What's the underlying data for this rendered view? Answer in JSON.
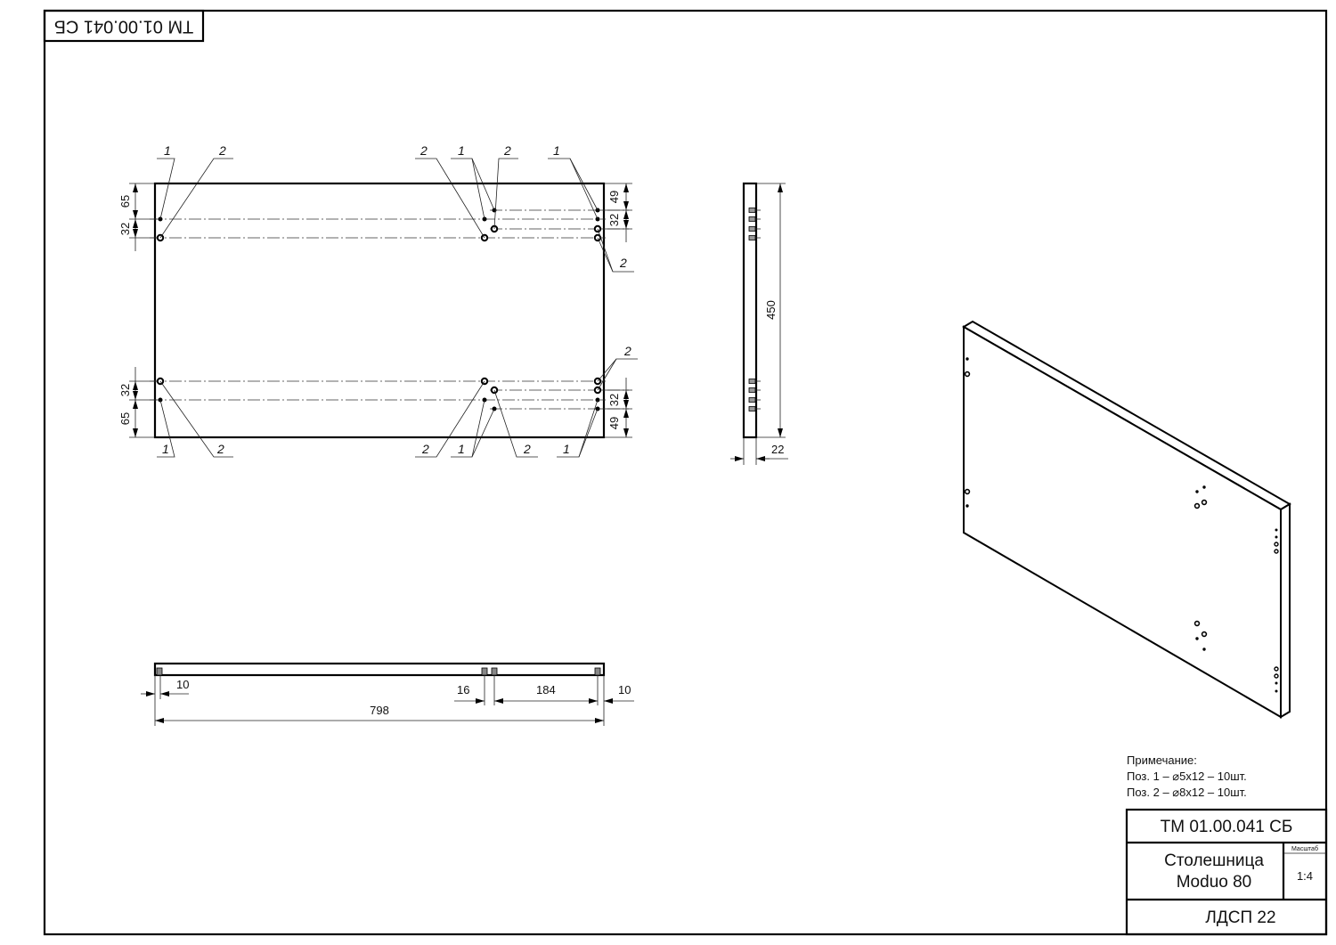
{
  "stamp_rotated": "ТМ 01.00.041 СБ",
  "leaders": {
    "pos1": "1",
    "pos2": "2"
  },
  "front_view_dims": {
    "top_left_edge": "65",
    "top_left_pitch": "32",
    "top_right_edge": "49",
    "top_right_pitch": "32",
    "bottom_left_pitch": "32",
    "bottom_left_edge": "65",
    "bottom_right_pitch": "32",
    "bottom_right_edge": "49"
  },
  "side_view_dims": {
    "height": "450",
    "thickness": "22"
  },
  "bottom_view_dims": {
    "left_offset": "10",
    "pair_gap": "16",
    "pair_to_end": "184",
    "right_offset": "10",
    "overall_length": "798"
  },
  "note": {
    "title": "Примечание:",
    "line1": "Поз. 1 – ⌀5x12 – 10шт.",
    "line2": "Поз. 2 – ⌀8x12 – 10шт."
  },
  "title_block": {
    "designation": "ТМ 01.00.041 СБ",
    "name_line1": "Столешница",
    "name_line2": "Moduo 80",
    "scale_header": "Масштаб",
    "scale": "1:4",
    "material": "ЛДСП 22"
  }
}
